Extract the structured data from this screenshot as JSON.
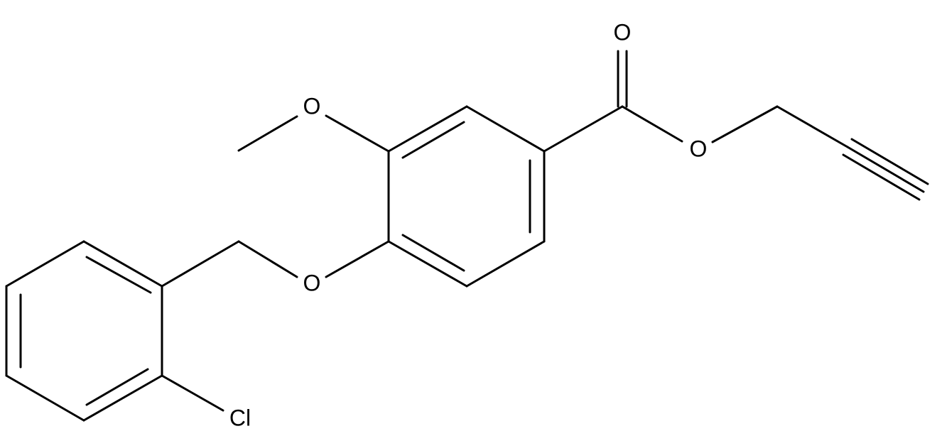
{
  "atom_labels": {
    "carbonyl_oxygen": "O",
    "ester_oxygen": "O",
    "methoxy_oxygen": "O",
    "ether_oxygen": "O",
    "chlorine": "Cl"
  },
  "colors": {
    "bond": "#000000",
    "background": "#ffffff"
  }
}
